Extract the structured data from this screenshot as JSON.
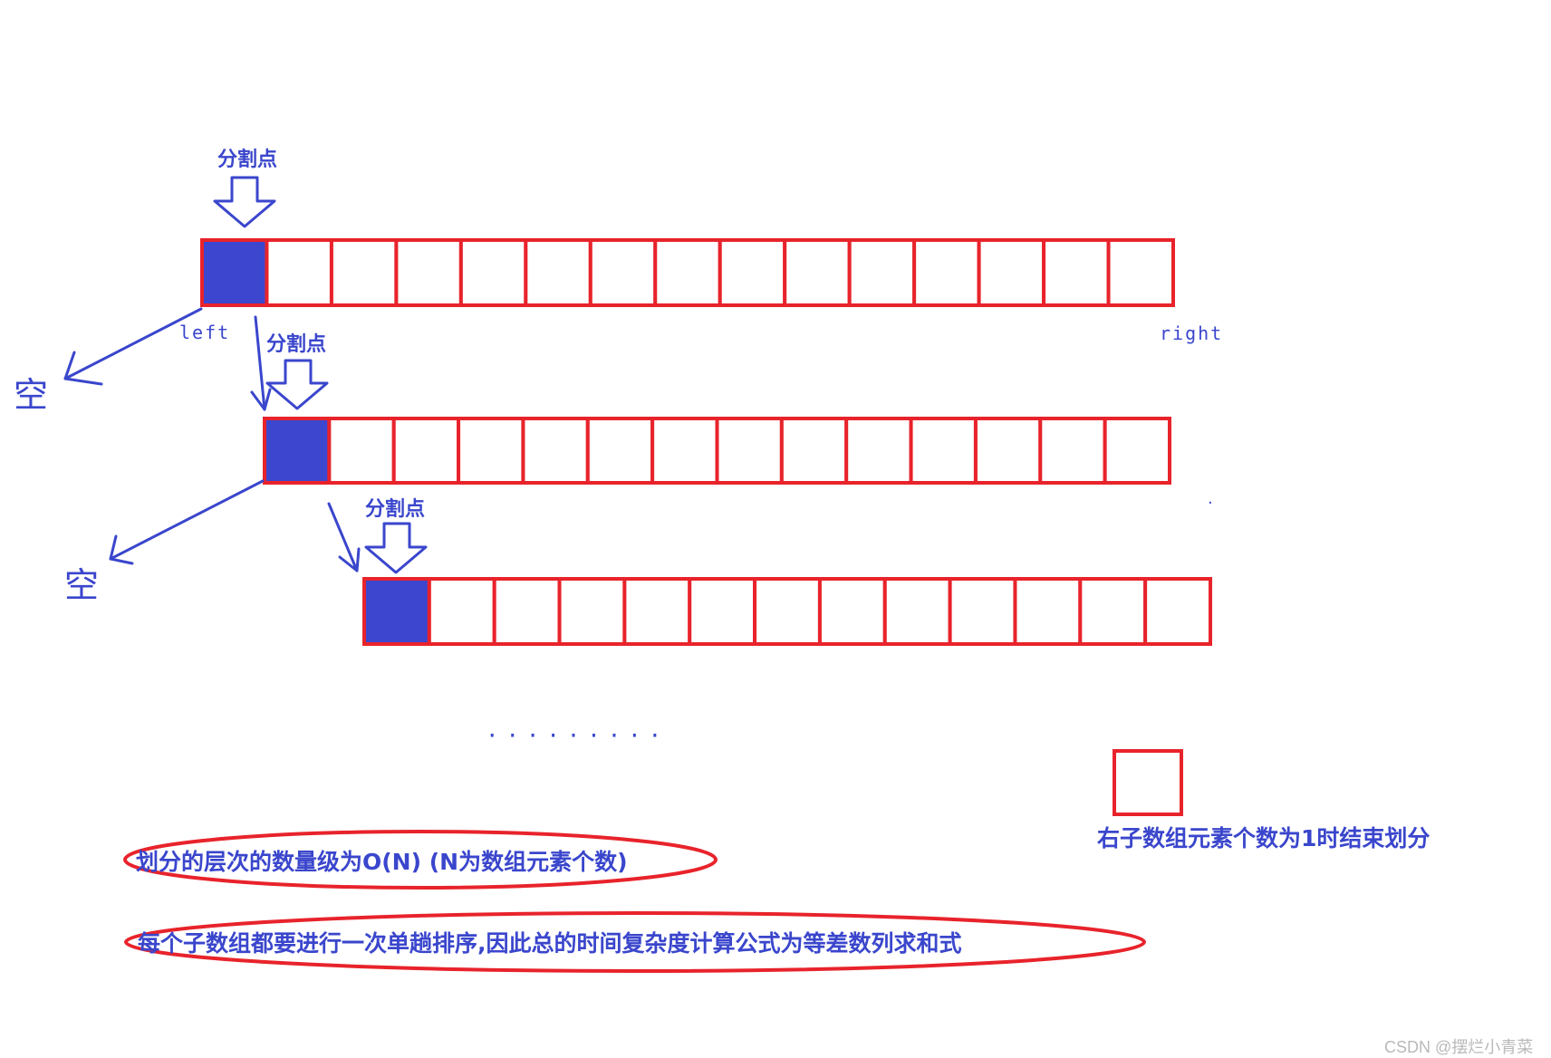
{
  "colors": {
    "cell_border": "#e8232b",
    "pivot_fill": "#3c46cf",
    "ink": "#3a46cc",
    "watermark": "#b9b9b9"
  },
  "arrays": [
    {
      "cells": 15,
      "pivot_label": "分割点"
    },
    {
      "cells": 14,
      "pivot_label": "分割点"
    },
    {
      "cells": 13,
      "pivot_label": "分割点"
    }
  ],
  "labels": {
    "left": "left",
    "right": "right",
    "empty_1": "空",
    "empty_2": "空",
    "ellipsis": "·········",
    "stop_note": "右子数组元素个数为1时结束划分",
    "stray_dot": "·"
  },
  "captions": {
    "levels": "划分的层次的数量级为O(N) (N为数组元素个数)",
    "complexity": "每个子数组都要进行一次单趟排序,因此总的时间复杂度计算公式为等差数列求和式"
  },
  "watermark": "CSDN @摆烂小青菜"
}
